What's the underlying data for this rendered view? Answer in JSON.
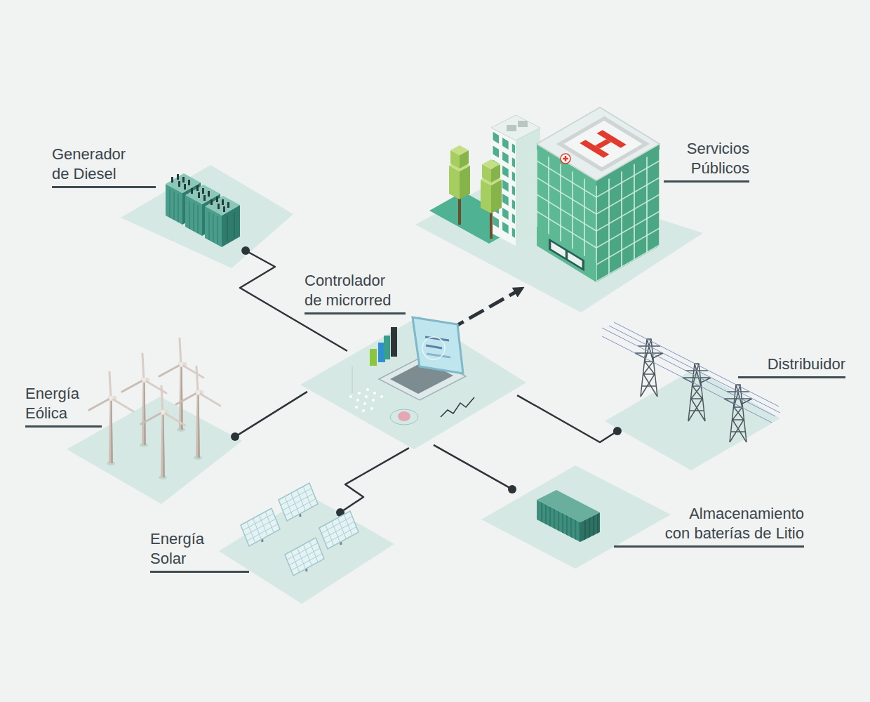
{
  "diagram": {
    "nodes": [
      {
        "text": [
          "Generador de Diesel"
        ]
      },
      {
        "text": [
          "Servicios Públicos"
        ]
      },
      {
        "text": [
          "Controlador de microrred"
        ]
      },
      {
        "text": [
          "Energía Eólica"
        ]
      },
      {
        "text": [
          "Distribuidor"
        ]
      },
      {
        "text": [
          "Energía Solar"
        ]
      },
      {
        "text": [
          "Almacenamiento con baterías de Litio"
        ]
      }
    ],
    "edges": [
      {
        "from": 0,
        "to": 2,
        "arrow": "none"
      },
      {
        "from": 2,
        "to": 1,
        "arrow": "to"
      },
      {
        "from": 3,
        "to": 2,
        "arrow": "none"
      },
      {
        "from": 2,
        "to": 4,
        "arrow": "none"
      },
      {
        "from": 5,
        "to": 2,
        "arrow": "none"
      },
      {
        "from": 2,
        "to": 6,
        "arrow": "none"
      }
    ]
  }
}
